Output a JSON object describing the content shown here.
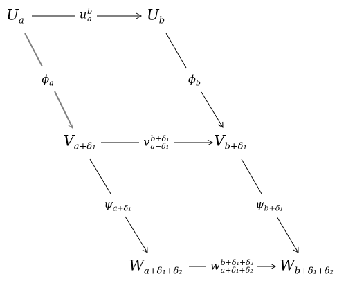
{
  "nodes": {
    "U_a": {
      "base": "U",
      "sub": "a"
    },
    "U_b": {
      "base": "U",
      "sub": "b"
    },
    "V_a": {
      "base": "V",
      "sub": "a+δ₁"
    },
    "V_b": {
      "base": "V",
      "sub": "b+δ₁"
    },
    "W_a": {
      "base": "W",
      "sub": "a+δ₁+δ₂"
    },
    "W_b": {
      "base": "W",
      "sub": "b+δ₁+δ₂"
    }
  },
  "labels": {
    "u": {
      "base": "u",
      "sup": "b",
      "sub": "a"
    },
    "phi_a": {
      "base": "ϕ",
      "sub": "a"
    },
    "phi_b": {
      "base": "ϕ",
      "sub": "b"
    },
    "v": {
      "base": "v",
      "sup": "b+δ₁",
      "sub": "a+δ₁"
    },
    "psi_a": {
      "base": "ψ",
      "sub": "a+δ₁"
    },
    "psi_b": {
      "base": "ψ",
      "sub": "b+δ₁"
    },
    "w": {
      "base": "w",
      "sup": "b+δ₁+δ₂",
      "sub": "a+δ₁+δ₂"
    }
  },
  "edge_colors": {
    "default": "#000000",
    "highlight": "#808080"
  }
}
